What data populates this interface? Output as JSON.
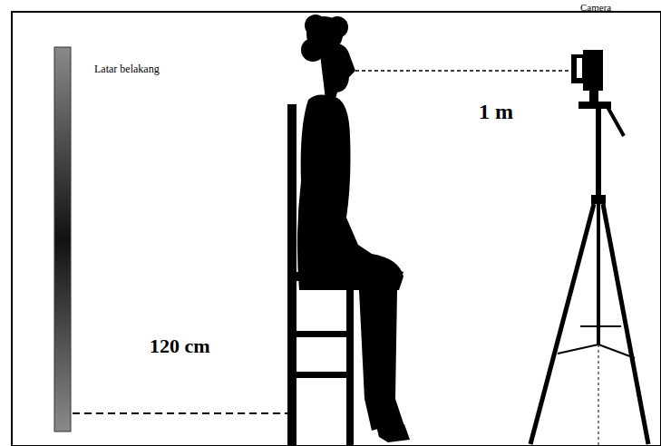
{
  "diagram": {
    "labels": [
      "Latar belakang",
      "Camera",
      "1 m",
      "120 cm"
    ]
  }
}
